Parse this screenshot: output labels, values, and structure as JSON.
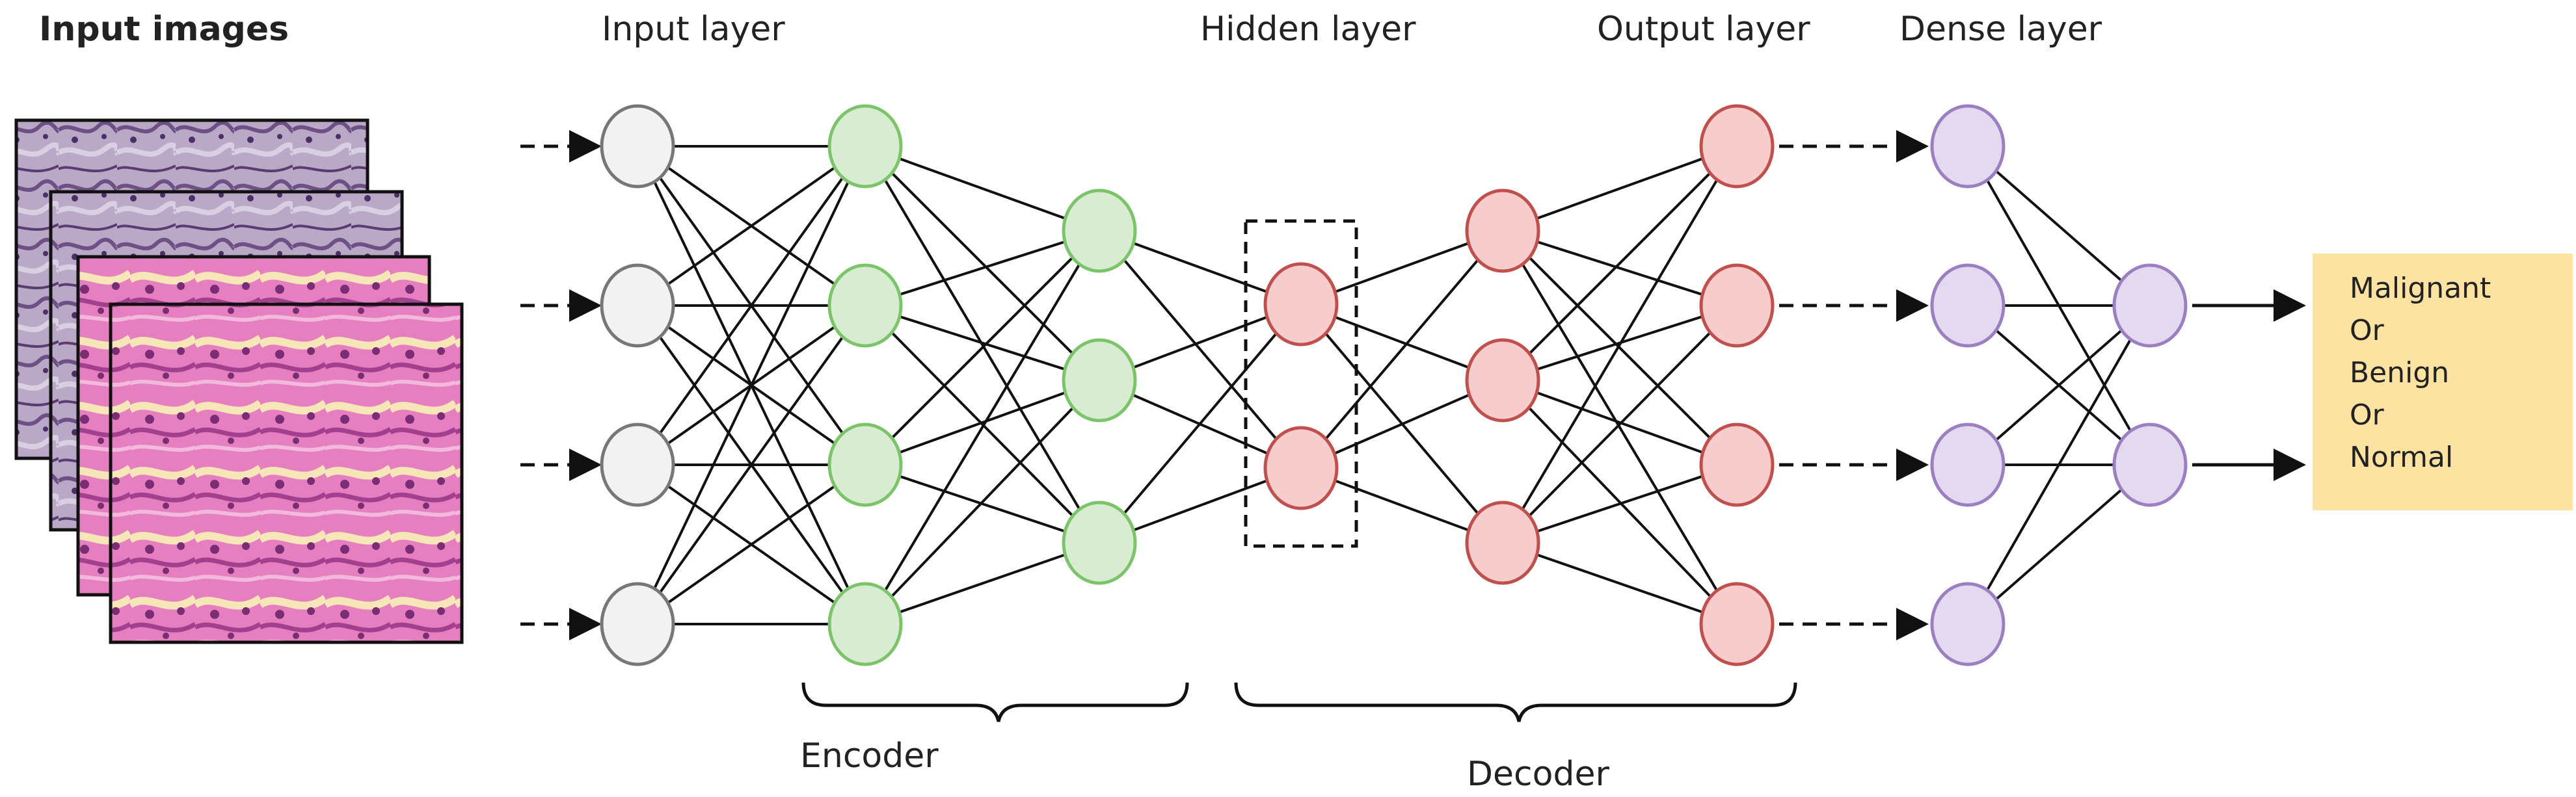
{
  "headers": {
    "input_images": "Input images",
    "input_layer": "Input layer",
    "hidden_layer": "Hidden layer",
    "output_layer": "Output layer",
    "dense_layer": "Dense layer"
  },
  "groups": {
    "encoder": "Encoder",
    "decoder": "Decoder"
  },
  "output_labels": [
    "Malignant",
    "Or",
    "Benign",
    "Or",
    "Normal"
  ],
  "colors": {
    "input_node_fill": "#f2f2f2",
    "input_node_stroke": "#777777",
    "encoder_node_fill": "#d8ecd2",
    "encoder_node_stroke": "#7cc46a",
    "decoder_node_fill": "#f6cccc",
    "decoder_node_stroke": "#c0504d",
    "dense_node_fill": "#e3d9f1",
    "dense_node_stroke": "#9b7fc0",
    "output_box": "#fce3a2",
    "edge": "#111111"
  },
  "icons": {
    "input_images": "histology-image-stack",
    "arrows": "dashed-arrow",
    "bottleneck": "dashed-selection-box",
    "output": "solid-arrow"
  }
}
